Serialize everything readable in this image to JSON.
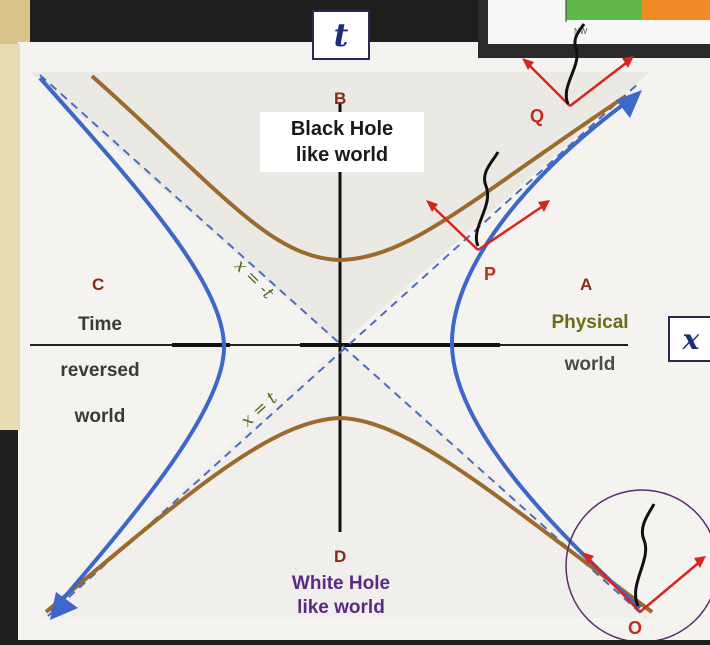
{
  "axes": {
    "t_label": "t",
    "x_label": "x"
  },
  "points": {
    "B": "B",
    "C": "C",
    "A": "A",
    "D": "D",
    "P": "P",
    "Q": "Q",
    "O": "O"
  },
  "regions": {
    "top": [
      "Black Hole",
      "like world"
    ],
    "left": [
      "Time",
      "reversed",
      "world"
    ],
    "right": [
      "Physical",
      "world"
    ],
    "bottom": [
      "White Hole",
      "like world"
    ]
  },
  "lightcone_labels": {
    "minus": "x = -t",
    "plus": "x = t"
  },
  "inset_label": "NW",
  "colors": {
    "background_paper": "#f4f3ef",
    "outer_frame": "#1e1e1e",
    "hyperbola_brown": "#9b6a2c",
    "worldline_blue": "#3d67c8",
    "lightcone_dashed": "#4a6dc2",
    "vector_red": "#d7261e",
    "point_label_red": "#c62a1d",
    "region_label_brown": "#6d5a1a",
    "region_label_purple": "#5a2a86",
    "physical_olive": "#6f6a18",
    "axis_box_text": "#1b2f7a"
  }
}
